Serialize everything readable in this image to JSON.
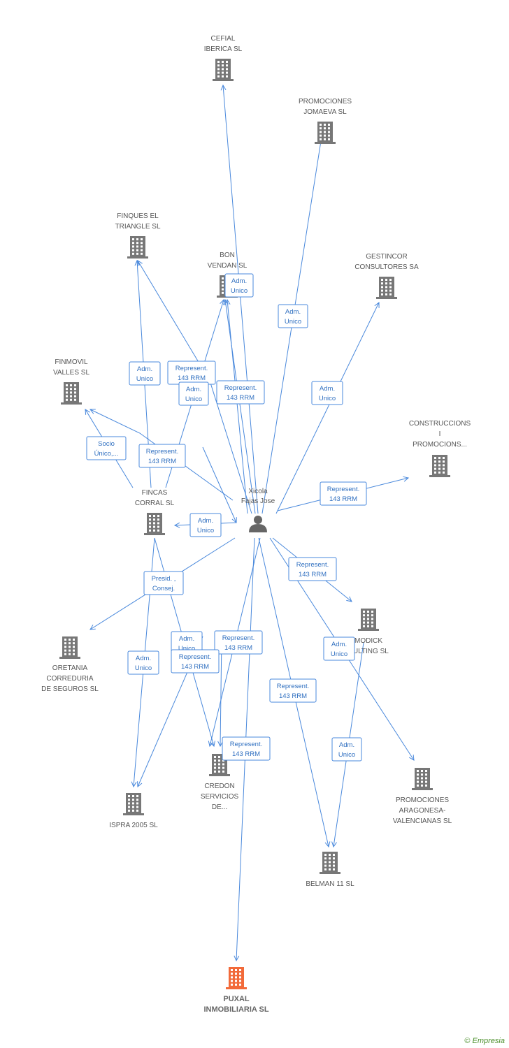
{
  "person": {
    "lines": [
      "Xicola",
      "Fajas Jose"
    ]
  },
  "colors": {
    "edge": "#4a89dc",
    "building": "#777777",
    "highlight": "#f26a3a"
  },
  "nodes": [
    {
      "id": "cefial",
      "lines": [
        "CEFIAL",
        "IBERICA SL"
      ]
    },
    {
      "id": "jomaeva",
      "lines": [
        "PROMOCIONES",
        "JOMAEVA SL"
      ]
    },
    {
      "id": "finques",
      "lines": [
        "FINQUES EL",
        "TRIANGLE SL"
      ]
    },
    {
      "id": "bonvendan",
      "lines": [
        "BON",
        "VENDAN SL"
      ]
    },
    {
      "id": "gestincor",
      "lines": [
        "GESTINCOR",
        "CONSULTORES SA"
      ]
    },
    {
      "id": "finmovil",
      "lines": [
        "FINMOVIL",
        "VALLES SL"
      ]
    },
    {
      "id": "construccions",
      "lines": [
        "CONSTRUCCIONS",
        "I",
        "PROMOCIONS..."
      ]
    },
    {
      "id": "fincas",
      "lines": [
        "FINCAS",
        "CORRAL SL"
      ]
    },
    {
      "id": "modick",
      "lines": [
        "MODICK",
        "SULTING SL"
      ]
    },
    {
      "id": "oretania",
      "lines": [
        "ORETANIA",
        "CORREDURIA",
        "DE SEGUROS SL"
      ]
    },
    {
      "id": "credon",
      "lines": [
        "CREDON",
        "SERVICIOS",
        "DE..."
      ]
    },
    {
      "id": "ispra",
      "lines": [
        "ISPRA 2005 SL"
      ]
    },
    {
      "id": "aragonesa",
      "lines": [
        "PROMOCIONES",
        "ARAGONESA-",
        "VALENCIANAS SL"
      ]
    },
    {
      "id": "belman",
      "lines": [
        "BELMAN 11 SL"
      ]
    },
    {
      "id": "puxal",
      "lines": [
        "PUXAL",
        "INMOBILIARIA SL"
      ],
      "highlight": true
    }
  ],
  "edge_labels": [
    {
      "id": "e1",
      "lines": [
        "Adm.",
        "Unico"
      ]
    },
    {
      "id": "e2",
      "lines": [
        "Adm.",
        "Unico"
      ]
    },
    {
      "id": "e3",
      "lines": [
        "Adm.",
        "Unico"
      ]
    },
    {
      "id": "e4",
      "lines": [
        "Represent.",
        "143 RRM"
      ]
    },
    {
      "id": "e5",
      "lines": [
        "Adm.",
        "Unico"
      ]
    },
    {
      "id": "e6",
      "lines": [
        "Represent.",
        "143 RRM"
      ]
    },
    {
      "id": "e7",
      "lines": [
        "Adm.",
        "Unico"
      ]
    },
    {
      "id": "e8",
      "lines": [
        "Socio",
        "Único,..."
      ]
    },
    {
      "id": "e9",
      "lines": [
        "Represent.",
        "143 RRM"
      ]
    },
    {
      "id": "e10",
      "lines": [
        "Represent.",
        "143 RRM"
      ]
    },
    {
      "id": "e11",
      "lines": [
        "Adm.",
        "Unico"
      ]
    },
    {
      "id": "e12",
      "lines": [
        "Represent.",
        "143 RRM"
      ]
    },
    {
      "id": "e13",
      "lines": [
        "Presid. ,",
        "Consej."
      ]
    },
    {
      "id": "e14",
      "lines": [
        "Represent.",
        "143 RRM"
      ]
    },
    {
      "id": "e15",
      "lines": [
        "Adm.",
        "Unico"
      ]
    },
    {
      "id": "e16",
      "lines": [
        "Represent.",
        "143 RRM"
      ]
    },
    {
      "id": "e17",
      "lines": [
        "Adm.",
        "Unico"
      ]
    },
    {
      "id": "e18",
      "lines": [
        "Adm.",
        "Unico"
      ]
    },
    {
      "id": "e19",
      "lines": [
        "Represent.",
        "143 RRM"
      ]
    },
    {
      "id": "e20",
      "lines": [
        "Represent.",
        "143 RRM"
      ]
    },
    {
      "id": "e21",
      "lines": [
        "Adm.",
        "Unico"
      ]
    }
  ],
  "footer": {
    "copyright": "©",
    "brand": "Empresia"
  }
}
